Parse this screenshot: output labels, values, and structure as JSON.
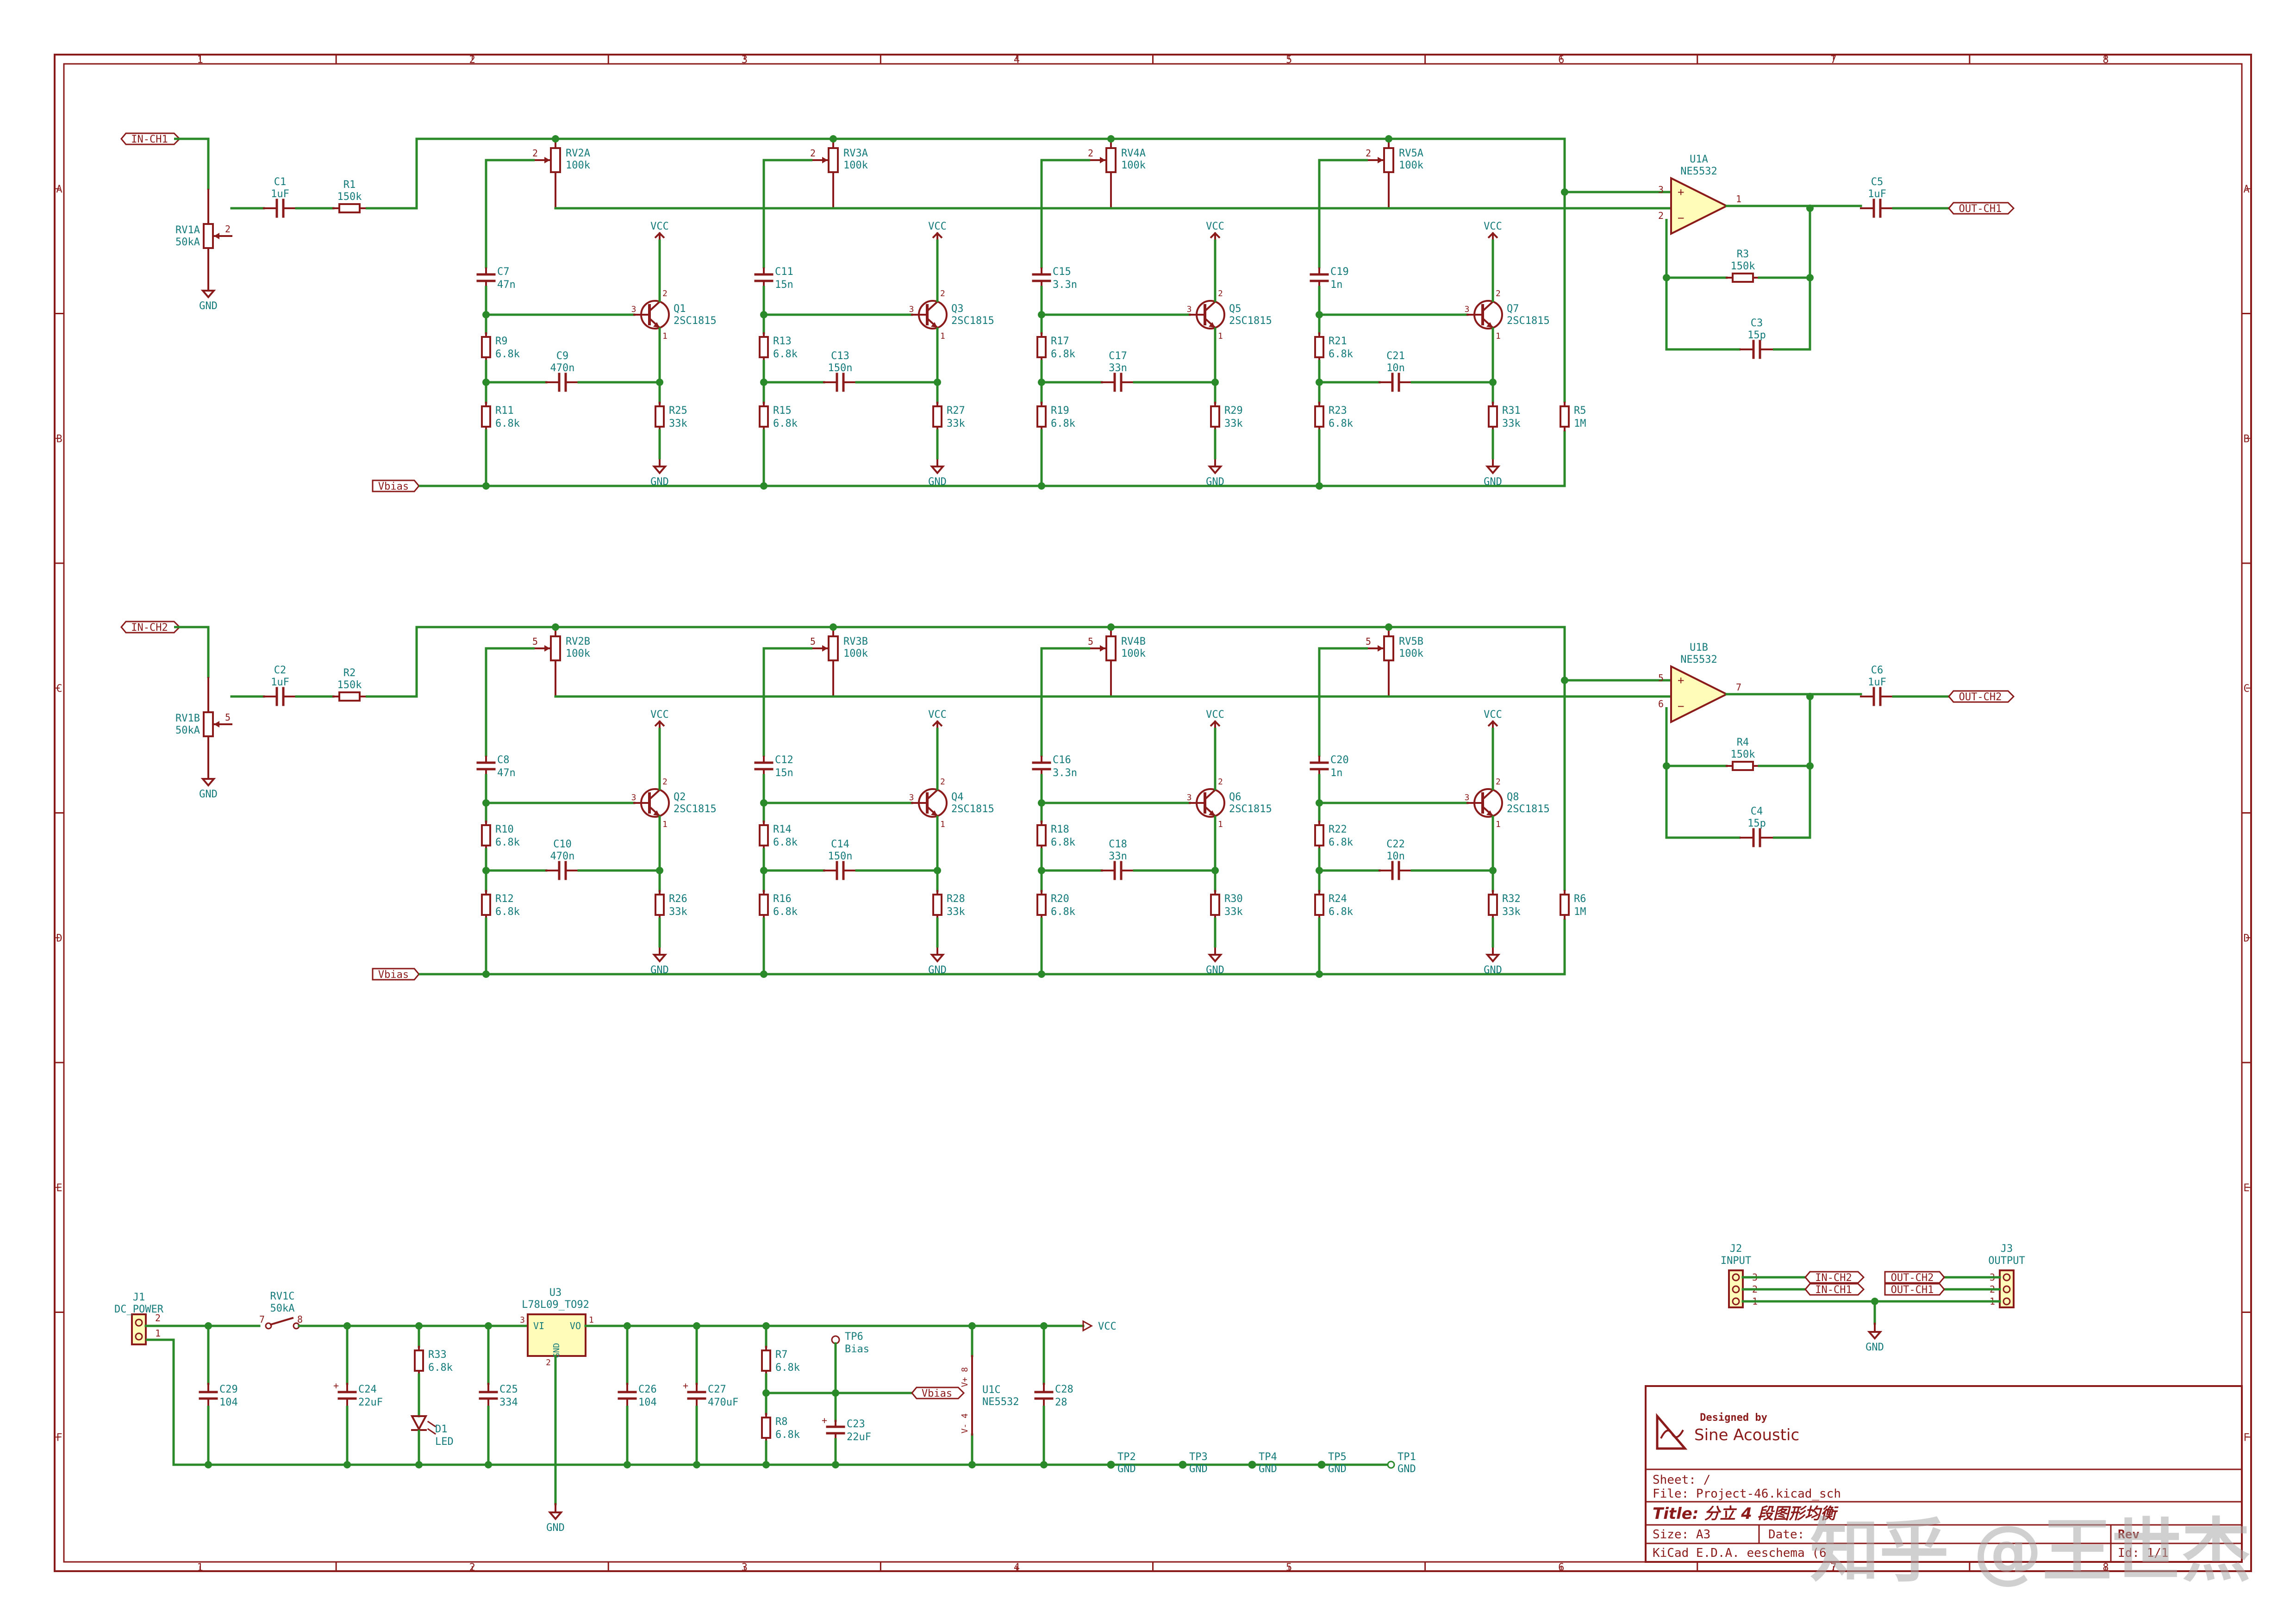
{
  "frame": {
    "cols": [
      "1",
      "2",
      "3",
      "4",
      "5",
      "6",
      "7",
      "8"
    ],
    "rows": [
      "A",
      "B",
      "C",
      "D",
      "E",
      "F"
    ]
  },
  "colors": {
    "wire": "#2a8a2a",
    "part": "#8b1a1a",
    "text": "#147a7a",
    "border": "#8b1a1a",
    "ic_fill": "#fffbb8",
    "label": "#8b1a1a"
  },
  "ch1": {
    "in_label": "IN-CH1",
    "out_label": "OUT-CH1",
    "vbias": "Vbias",
    "rv_in": {
      "ref": "RV1A",
      "val": "50kA",
      "pin": "2"
    },
    "gnd": "GND",
    "c_in": {
      "ref": "C1",
      "val": "1uF"
    },
    "r_in": {
      "ref": "R1",
      "val": "150k"
    },
    "stages": [
      {
        "rv": "RV2A",
        "rv_val": "100k",
        "rv_pin": "2",
        "cs": "C7",
        "cs_val": "47n",
        "ra": "R9",
        "ra_val": "6.8k",
        "rb": "R11",
        "rb_val": "6.8k",
        "cb": "C9",
        "cb_val": "470n",
        "q": "Q1",
        "q_val": "2SC1815",
        "re": "R25",
        "re_val": "33k"
      },
      {
        "rv": "RV3A",
        "rv_val": "100k",
        "rv_pin": "2",
        "cs": "C11",
        "cs_val": "15n",
        "ra": "R13",
        "ra_val": "6.8k",
        "rb": "R15",
        "rb_val": "6.8k",
        "cb": "C13",
        "cb_val": "150n",
        "q": "Q3",
        "q_val": "2SC1815",
        "re": "R27",
        "re_val": "33k"
      },
      {
        "rv": "RV4A",
        "rv_val": "100k",
        "rv_pin": "2",
        "cs": "C15",
        "cs_val": "3.3n",
        "ra": "R17",
        "ra_val": "6.8k",
        "rb": "R19",
        "rb_val": "6.8k",
        "cb": "C17",
        "cb_val": "33n",
        "q": "Q5",
        "q_val": "2SC1815",
        "re": "R29",
        "re_val": "33k"
      },
      {
        "rv": "RV5A",
        "rv_val": "100k",
        "rv_pin": "2",
        "cs": "C19",
        "cs_val": "1n",
        "ra": "R21",
        "ra_val": "6.8k",
        "rb": "R23",
        "rb_val": "6.8k",
        "cb": "C21",
        "cb_val": "10n",
        "q": "Q7",
        "q_val": "2SC1815",
        "re": "R31",
        "re_val": "33k"
      }
    ],
    "r_bias": {
      "ref": "R5",
      "val": "1M"
    },
    "opamp": {
      "ref": "U1A",
      "val": "NE5532",
      "pin_p": "3",
      "pin_n": "2",
      "pin_o": "1"
    },
    "r_fb": {
      "ref": "R3",
      "val": "150k"
    },
    "c_fb": {
      "ref": "C3",
      "val": "15p"
    },
    "c_out": {
      "ref": "C5",
      "val": "1uF"
    }
  },
  "ch2": {
    "in_label": "IN-CH2",
    "out_label": "OUT-CH2",
    "vbias": "Vbias",
    "rv_in": {
      "ref": "RV1B",
      "val": "50kA",
      "pin": "5"
    },
    "gnd": "GND",
    "c_in": {
      "ref": "C2",
      "val": "1uF"
    },
    "r_in": {
      "ref": "R2",
      "val": "150k"
    },
    "stages": [
      {
        "rv": "RV2B",
        "rv_val": "100k",
        "rv_pin": "5",
        "cs": "C8",
        "cs_val": "47n",
        "ra": "R10",
        "ra_val": "6.8k",
        "rb": "R12",
        "rb_val": "6.8k",
        "cb": "C10",
        "cb_val": "470n",
        "q": "Q2",
        "q_val": "2SC1815",
        "re": "R26",
        "re_val": "33k"
      },
      {
        "rv": "RV3B",
        "rv_val": "100k",
        "rv_pin": "5",
        "cs": "C12",
        "cs_val": "15n",
        "ra": "R14",
        "ra_val": "6.8k",
        "rb": "R16",
        "rb_val": "6.8k",
        "cb": "C14",
        "cb_val": "150n",
        "q": "Q4",
        "q_val": "2SC1815",
        "re": "R28",
        "re_val": "33k"
      },
      {
        "rv": "RV4B",
        "rv_val": "100k",
        "rv_pin": "5",
        "cs": "C16",
        "cs_val": "3.3n",
        "ra": "R18",
        "ra_val": "6.8k",
        "rb": "R20",
        "rb_val": "6.8k",
        "cb": "C18",
        "cb_val": "33n",
        "q": "Q6",
        "q_val": "2SC1815",
        "re": "R30",
        "re_val": "33k"
      },
      {
        "rv": "RV5B",
        "rv_val": "100k",
        "rv_pin": "5",
        "cs": "C20",
        "cs_val": "1n",
        "ra": "R22",
        "ra_val": "6.8k",
        "rb": "R24",
        "rb_val": "6.8k",
        "cb": "C22",
        "cb_val": "10n",
        "q": "Q8",
        "q_val": "2SC1815",
        "re": "R32",
        "re_val": "33k"
      }
    ],
    "r_bias": {
      "ref": "R6",
      "val": "1M"
    },
    "opamp": {
      "ref": "U1B",
      "val": "NE5532",
      "pin_p": "5",
      "pin_n": "6",
      "pin_o": "7"
    },
    "r_fb": {
      "ref": "R4",
      "val": "150k"
    },
    "c_fb": {
      "ref": "C4",
      "val": "15p"
    },
    "c_out": {
      "ref": "C6",
      "val": "1uF"
    }
  },
  "vcc": "VCC",
  "psu": {
    "j1": {
      "ref": "J1",
      "val": "DC_POWER",
      "pin2": "2",
      "pin1": "1"
    },
    "rv1c": {
      "ref": "RV1C",
      "val": "50kA",
      "pin7": "7",
      "pin8": "8"
    },
    "c29": {
      "ref": "C29",
      "val": "104"
    },
    "c24": {
      "ref": "C24",
      "val": "22uF"
    },
    "r33": {
      "ref": "R33",
      "val": "6.8k"
    },
    "d1": {
      "ref": "D1",
      "val": "LED"
    },
    "c25": {
      "ref": "C25",
      "val": "334"
    },
    "u3": {
      "ref": "U3",
      "val": "L78L09_TO92",
      "vi": "VI",
      "vo": "VO",
      "gnd": "GND",
      "pin1": "1",
      "pin2": "2",
      "pin3": "3"
    },
    "c26": {
      "ref": "C26",
      "val": "104"
    },
    "c27": {
      "ref": "C27",
      "val": "470uF"
    },
    "r7": {
      "ref": "R7",
      "val": "6.8k"
    },
    "r8": {
      "ref": "R8",
      "val": "6.8k"
    },
    "tp6": {
      "ref": "TP6",
      "val": "Bias"
    },
    "c23": {
      "ref": "C23",
      "val": "22uF"
    },
    "u1c": {
      "ref": "U1C",
      "val": "NE5532",
      "vp": "V+",
      "vm": "V-",
      "p8": "8",
      "p4": "4"
    },
    "c28": {
      "ref": "C28",
      "val": "28"
    },
    "vbias": "Vbias",
    "tps": [
      {
        "ref": "TP2",
        "val": "GND"
      },
      {
        "ref": "TP3",
        "val": "GND"
      },
      {
        "ref": "TP4",
        "val": "GND"
      },
      {
        "ref": "TP5",
        "val": "GND"
      },
      {
        "ref": "TP1",
        "val": "GND"
      }
    ]
  },
  "connectors": {
    "j2": {
      "ref": "J2",
      "val": "INPUT",
      "pins": [
        "3",
        "2",
        "1"
      ],
      "labels": [
        "IN-CH2",
        "IN-CH1"
      ]
    },
    "j3": {
      "ref": "J3",
      "val": "OUTPUT",
      "pins": [
        "3",
        "2",
        "1"
      ],
      "labels": [
        "OUT-CH2",
        "OUT-CH1"
      ]
    },
    "gnd": "GND"
  },
  "titleblock": {
    "designed_by": "Designed by",
    "company": "Sine Acoustic",
    "sheet": "Sheet: /",
    "file": "File: Project-46.kicad_sch",
    "title": "Title: 分立 4 段图形均衡",
    "size": "Size: A3",
    "date": "Date:",
    "kicad": "KiCad E.D.A.  eeschema (6",
    "rev": "Rev",
    "id": "Id: 1/1"
  },
  "watermark": "知乎 @王世杰"
}
